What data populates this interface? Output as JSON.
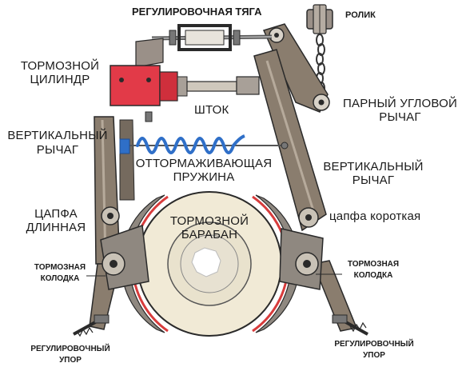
{
  "labels": {
    "adjusting_rod": "РЕГУЛИРОВОЧНАЯ ТЯГА",
    "roller": "РОЛИК",
    "brake_cylinder_line1": "ТОРМОЗНОЙ",
    "brake_cylinder_line2": "ЦИЛИНДР",
    "piston_rod": "ШТОК",
    "angle_lever_line1": "ПАРНЫЙ УГЛОВОЙ",
    "angle_lever_line2": "РЫЧАГ",
    "vertical_lever_left_line1": "ВЕРТИКАЛЬНЫЙ",
    "vertical_lever_left_line2": "РЫЧАГ",
    "release_spring_line1": "ОТТОРМАЖИВАЮЩАЯ",
    "release_spring_line2": "ПРУЖИНА",
    "vertical_lever_right_line1": "ВЕРТИКАЛЬНЫЙ",
    "vertical_lever_right_line2": "РЫЧАГ",
    "long_pin_line1": "ЦАПФА",
    "long_pin_line2": "ДЛИННАЯ",
    "short_pin": "цапфа  короткая",
    "brake_drum_line1": "ТОРМОЗНОЙ",
    "brake_drum_line2": "БАРАБАН",
    "shoe_left_line1": "ТОРМОЗНАЯ",
    "shoe_left_line2": "КОЛОДКА",
    "shoe_right_line1": "ТОРМОЗНАЯ",
    "shoe_right_line2": "КОЛОДКА",
    "stop_left_line1": "РЕГУЛИРОВОЧНЫЙ",
    "stop_left_line2": "УПОР",
    "stop_right_line1": "РЕГУЛИРОВОЧНЫЙ",
    "stop_right_line2": "УПОР"
  },
  "colors": {
    "cylinder": "#e23a48",
    "spring": "#2f6fc8",
    "lever": "#8a7d6e",
    "lever_light": "#b6aa9b",
    "drum": "#f1ead6",
    "lining": "#d83c3c",
    "shoe": "#8f8880",
    "outline": "#2a2a2a"
  }
}
